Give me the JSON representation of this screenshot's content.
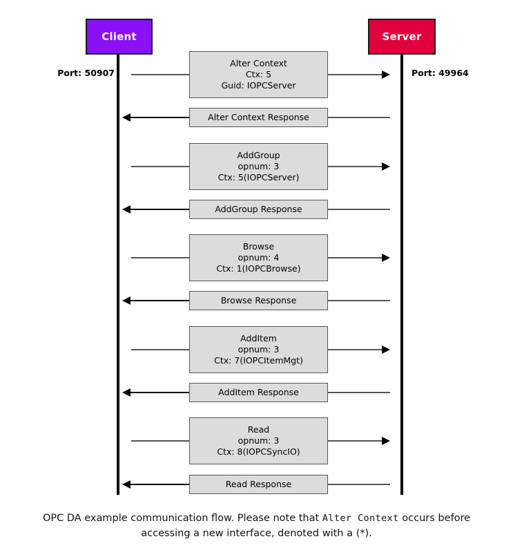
{
  "diagram": {
    "title": "OPC DA example communication flow",
    "type": "sequence-diagram",
    "actors": [
      {
        "id": "client",
        "label": "Client",
        "color": "#8B10F5",
        "port_label": "Port: 50907"
      },
      {
        "id": "server",
        "label": "Server",
        "color": "#E2003C",
        "port_label": "Port: 49964"
      }
    ],
    "messages": [
      {
        "id": "alter-context",
        "direction": "client-to-server",
        "kind": "request",
        "lines": [
          "Alter Context",
          "Ctx: 5",
          "Guid: IOPCServer"
        ]
      },
      {
        "id": "alter-context-response",
        "direction": "server-to-client",
        "kind": "response",
        "lines": [
          "Alter Context Response"
        ]
      },
      {
        "id": "addgroup",
        "direction": "client-to-server",
        "kind": "request",
        "lines": [
          "AddGroup",
          "opnum: 3",
          "Ctx: 5(IOPCServer)"
        ]
      },
      {
        "id": "addgroup-response",
        "direction": "server-to-client",
        "kind": "response",
        "lines": [
          "AddGroup Response"
        ]
      },
      {
        "id": "browse",
        "direction": "client-to-server",
        "kind": "request",
        "lines": [
          "Browse",
          "opnum: 4",
          "Ctx: 1(IOPCBrowse)"
        ]
      },
      {
        "id": "browse-response",
        "direction": "server-to-client",
        "kind": "response",
        "lines": [
          "Browse Response"
        ]
      },
      {
        "id": "additem",
        "direction": "client-to-server",
        "kind": "request",
        "lines": [
          "AddItem",
          "opnum: 3",
          "Ctx: 7(IOPCItemMgt)"
        ]
      },
      {
        "id": "additem-response",
        "direction": "server-to-client",
        "kind": "response",
        "lines": [
          "AddItem Response"
        ]
      },
      {
        "id": "read",
        "direction": "client-to-server",
        "kind": "request",
        "lines": [
          "Read",
          "opnum: 3",
          "Ctx: 8(IOPCSyncIO)"
        ]
      },
      {
        "id": "read-response",
        "direction": "server-to-client",
        "kind": "response",
        "lines": [
          "Read Response"
        ]
      }
    ]
  },
  "caption": {
    "part1": "OPC DA example communication flow. Please note that ",
    "mono": "Alter Context",
    "part2": " occurs before accessing a new interface, denoted with a (*)."
  }
}
